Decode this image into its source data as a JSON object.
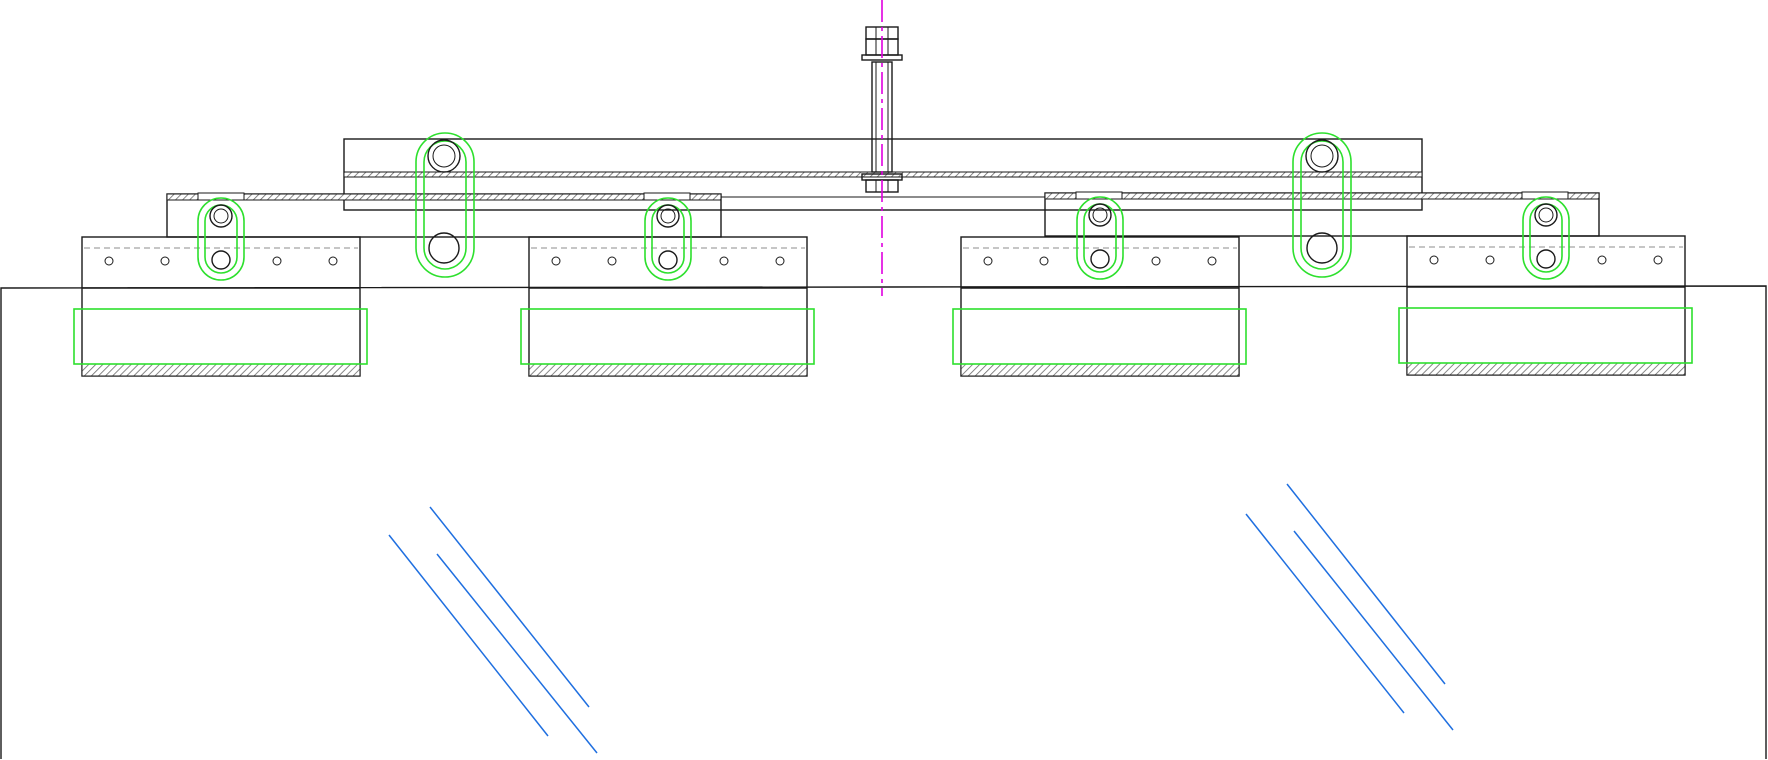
{
  "drawing": {
    "view": "front elevation",
    "colors": {
      "outline": "#1a1a1a",
      "highlight": "#2de02d",
      "glass_marks": "#1f6fe0",
      "centerline": "#e000e0",
      "hidden_line": "#b4b4b4"
    },
    "components": {
      "clamp_pads": 4,
      "hanger_rods": 1,
      "slotted_links": 6,
      "glass_reflection_marks": 2
    }
  }
}
